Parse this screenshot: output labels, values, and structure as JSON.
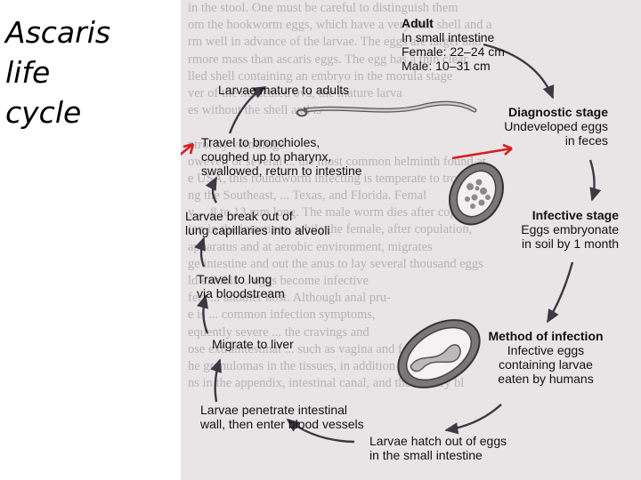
{
  "slide_title": [
    "Ascaris",
    "life",
    "cycle"
  ],
  "background_text": [
    "in the stool. One must be careful to distinguish them",
    "om the hookworm eggs, which have a very thin shell and a",
    "rm well in advance of the larvae. The eggs are larger and",
    "rmore mass than ascaris eggs. The egg has a thin clear",
    "lled shell containing an embryo in the morula stage",
    "ver of the nucleated ova, the mature larva",
    "es without the shell and is",
    "",
    "ntrol by vermifuge",
    "owever, or several ... the most common helminth found at",
    "e USA, this roundworm infecting is temperate to tropical",
    "ng the Southeast, ... Texas, and Florida. Femal",
    "y ... 8 to 13 mm long. The male worm dies after copu-",
    "ion in the intestines, while the female, after copulation,",
    "apparatus and at aerobic environment, migrates",
    "ge intestine and out the anus to lay several thousand eggs",
    "ld exhibit ... eggs become infective",
    "fect ... another host. Although anal pru-",
    "e is ... common infection symptoms,",
    "equently severe ... the cravings and",
    "ose extraintestinal ... such as vagina and fallopian",
    "he granulomas in the tissues, in addition to intes-",
    "ns in the appendix, intestinal canal, and the urinary bl"
  ],
  "stages": {
    "adult": {
      "title": "Adult",
      "lines": [
        "In small intestine",
        "Female: 22–24 cm",
        "Male: 10–31 cm"
      ]
    },
    "diagnostic": {
      "title": "Diagnostic stage",
      "lines": [
        "Undeveloped eggs",
        "in feces"
      ]
    },
    "infective": {
      "title": "Infective stage",
      "lines": [
        "Eggs embryonate",
        "in soil by 1 month"
      ]
    },
    "method": {
      "title": "Method of infection",
      "lines": [
        "Infective eggs",
        "containing larvae",
        "eaten by humans"
      ]
    },
    "hatch": [
      "Larvae hatch out of eggs",
      "in the small intestine"
    ],
    "penetrate": [
      "Larvae penetrate intestinal",
      "wall, then enter blood vessels"
    ],
    "liver": [
      "Migrate to liver"
    ],
    "lung": [
      "Travel to lung",
      "via bloodstream"
    ],
    "alveoli": [
      "Larvae break out of",
      "lung capillaries into alveoli"
    ],
    "bronchioles": [
      "Travel to bronchioles,",
      "coughed up to pharynx,",
      "swallowed, return to intestine"
    ],
    "mature": [
      "Larvae mature to adults"
    ]
  },
  "colors": {
    "page_bg": "#e9e5e6",
    "arrow": "#3a3a44",
    "highlight_arrow": "#d42020",
    "ghost_text": "#b7b1b4"
  }
}
